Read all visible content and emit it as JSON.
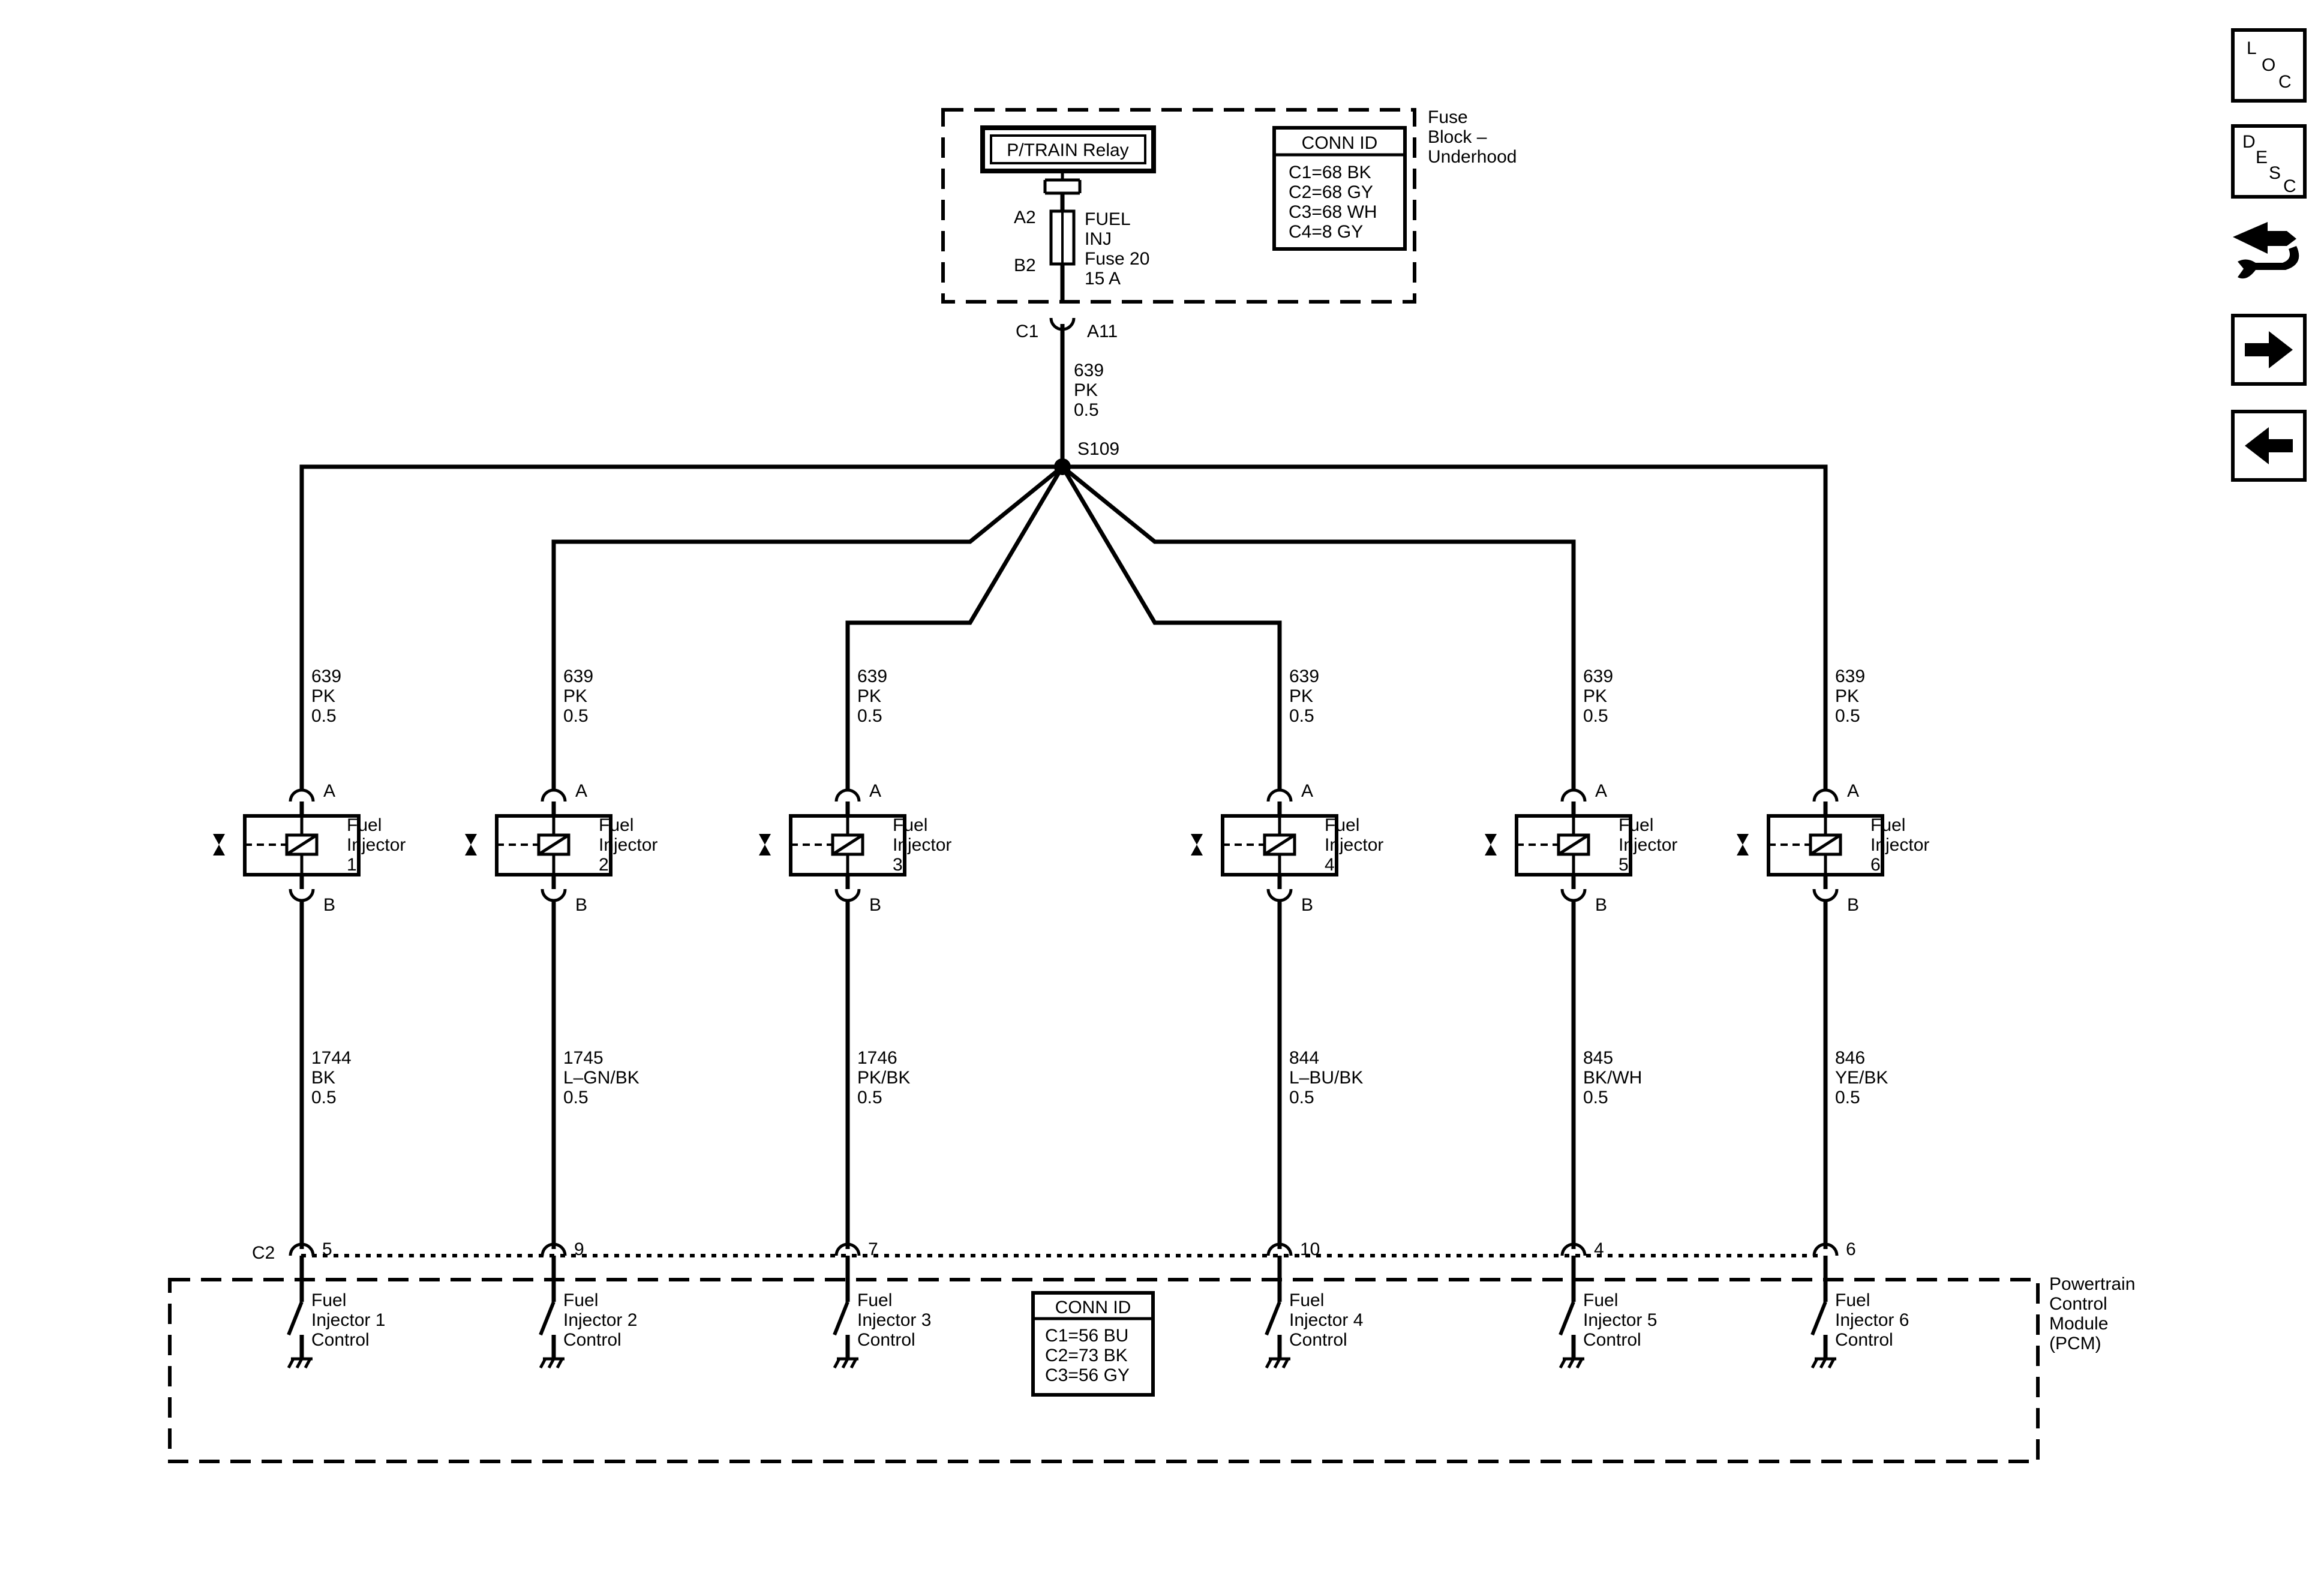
{
  "fuse_block": {
    "title_lines": [
      "Fuse",
      "Block –",
      "Underhood"
    ],
    "relay_label": "P/TRAIN Relay",
    "fuse_lines": [
      "FUEL",
      "INJ",
      "Fuse 20",
      "15 A"
    ],
    "pin_top": "A2",
    "pin_bottom": "B2",
    "conn_id_title": "CONN ID",
    "conn_ids": [
      "C1=68 BK",
      "C2=68 GY",
      "C3=68 WH",
      "C4=8 GY"
    ]
  },
  "feed": {
    "connector": "C1",
    "pin": "A11",
    "wire_lines": [
      "639",
      "PK",
      "0.5"
    ],
    "splice": "S109"
  },
  "injectors": [
    {
      "name_lines": [
        "Fuel",
        "Injector",
        "1"
      ],
      "pin_a": "A",
      "pin_b": "B",
      "supply_lines": [
        "639",
        "PK",
        "0.5"
      ],
      "signal_lines": [
        "1744",
        "BK",
        "0.5"
      ],
      "pcm_pin": "5",
      "pcm_lines": [
        "Fuel",
        "Injector 1",
        "Control"
      ]
    },
    {
      "name_lines": [
        "Fuel",
        "Injector",
        "2"
      ],
      "pin_a": "A",
      "pin_b": "B",
      "supply_lines": [
        "639",
        "PK",
        "0.5"
      ],
      "signal_lines": [
        "1745",
        "L–GN/BK",
        "0.5"
      ],
      "pcm_pin": "9",
      "pcm_lines": [
        "Fuel",
        "Injector 2",
        "Control"
      ]
    },
    {
      "name_lines": [
        "Fuel",
        "Injector",
        "3"
      ],
      "pin_a": "A",
      "pin_b": "B",
      "supply_lines": [
        "639",
        "PK",
        "0.5"
      ],
      "signal_lines": [
        "1746",
        "PK/BK",
        "0.5"
      ],
      "pcm_pin": "7",
      "pcm_lines": [
        "Fuel",
        "Injector 3",
        "Control"
      ]
    },
    {
      "name_lines": [
        "Fuel",
        "Injector",
        "4"
      ],
      "pin_a": "A",
      "pin_b": "B",
      "supply_lines": [
        "639",
        "PK",
        "0.5"
      ],
      "signal_lines": [
        "844",
        "L–BU/BK",
        "0.5"
      ],
      "pcm_pin": "10",
      "pcm_lines": [
        "Fuel",
        "Injector 4",
        "Control"
      ]
    },
    {
      "name_lines": [
        "Fuel",
        "Injector",
        "5"
      ],
      "pin_a": "A",
      "pin_b": "B",
      "supply_lines": [
        "639",
        "PK",
        "0.5"
      ],
      "signal_lines": [
        "845",
        "BK/WH",
        "0.5"
      ],
      "pcm_pin": "4",
      "pcm_lines": [
        "Fuel",
        "Injector 5",
        "Control"
      ]
    },
    {
      "name_lines": [
        "Fuel",
        "Injector",
        "6"
      ],
      "pin_a": "A",
      "pin_b": "B",
      "supply_lines": [
        "639",
        "PK",
        "0.5"
      ],
      "signal_lines": [
        "846",
        "YE/BK",
        "0.5"
      ],
      "pcm_pin": "6",
      "pcm_lines": [
        "Fuel",
        "Injector 6",
        "Control"
      ]
    }
  ],
  "pcm": {
    "connector": "C2",
    "title_lines": [
      "Powertrain",
      "Control",
      "Module",
      "(PCM)"
    ],
    "conn_id_title": "CONN ID",
    "conn_ids": [
      "C1=56 BU",
      "C2=73 BK",
      "C3=56 GY"
    ]
  },
  "nav": {
    "loc": [
      "L",
      "O",
      "C"
    ],
    "desc": [
      "D",
      "E",
      "S",
      "C"
    ],
    "icons": [
      "connector-tool-icon",
      "arrow-right-icon",
      "arrow-left-icon"
    ]
  }
}
